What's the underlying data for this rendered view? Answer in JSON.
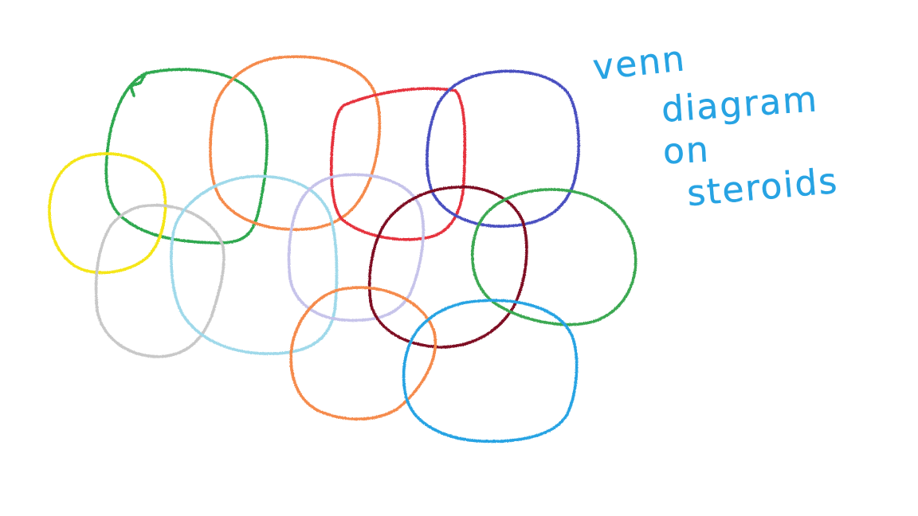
{
  "canvas": {
    "background": "#ffffff"
  },
  "circles": [
    {
      "name": "green-circle-1",
      "color": "#2fa84f"
    },
    {
      "name": "orange-circle-1",
      "color": "#f58a4b"
    },
    {
      "name": "red-circle",
      "color": "#e6323e"
    },
    {
      "name": "blue-circle",
      "color": "#4a4fc0"
    },
    {
      "name": "yellow-circle",
      "color": "#f5e616"
    },
    {
      "name": "gray-circle",
      "color": "#c8c8c8"
    },
    {
      "name": "light-blue-circle",
      "color": "#9fd9ea"
    },
    {
      "name": "lavender-circle",
      "color": "#c6c3ea"
    },
    {
      "name": "dark-red-circle",
      "color": "#7e1024"
    },
    {
      "name": "green-circle-2",
      "color": "#3aa851"
    },
    {
      "name": "orange-circle-2",
      "color": "#f58a4b"
    },
    {
      "name": "sky-blue-circle",
      "color": "#27a3e3"
    }
  ],
  "caption": {
    "line1": "venn",
    "line2": "diagram",
    "line3": "on",
    "line4": "steroids",
    "color": "#27a3e3"
  }
}
